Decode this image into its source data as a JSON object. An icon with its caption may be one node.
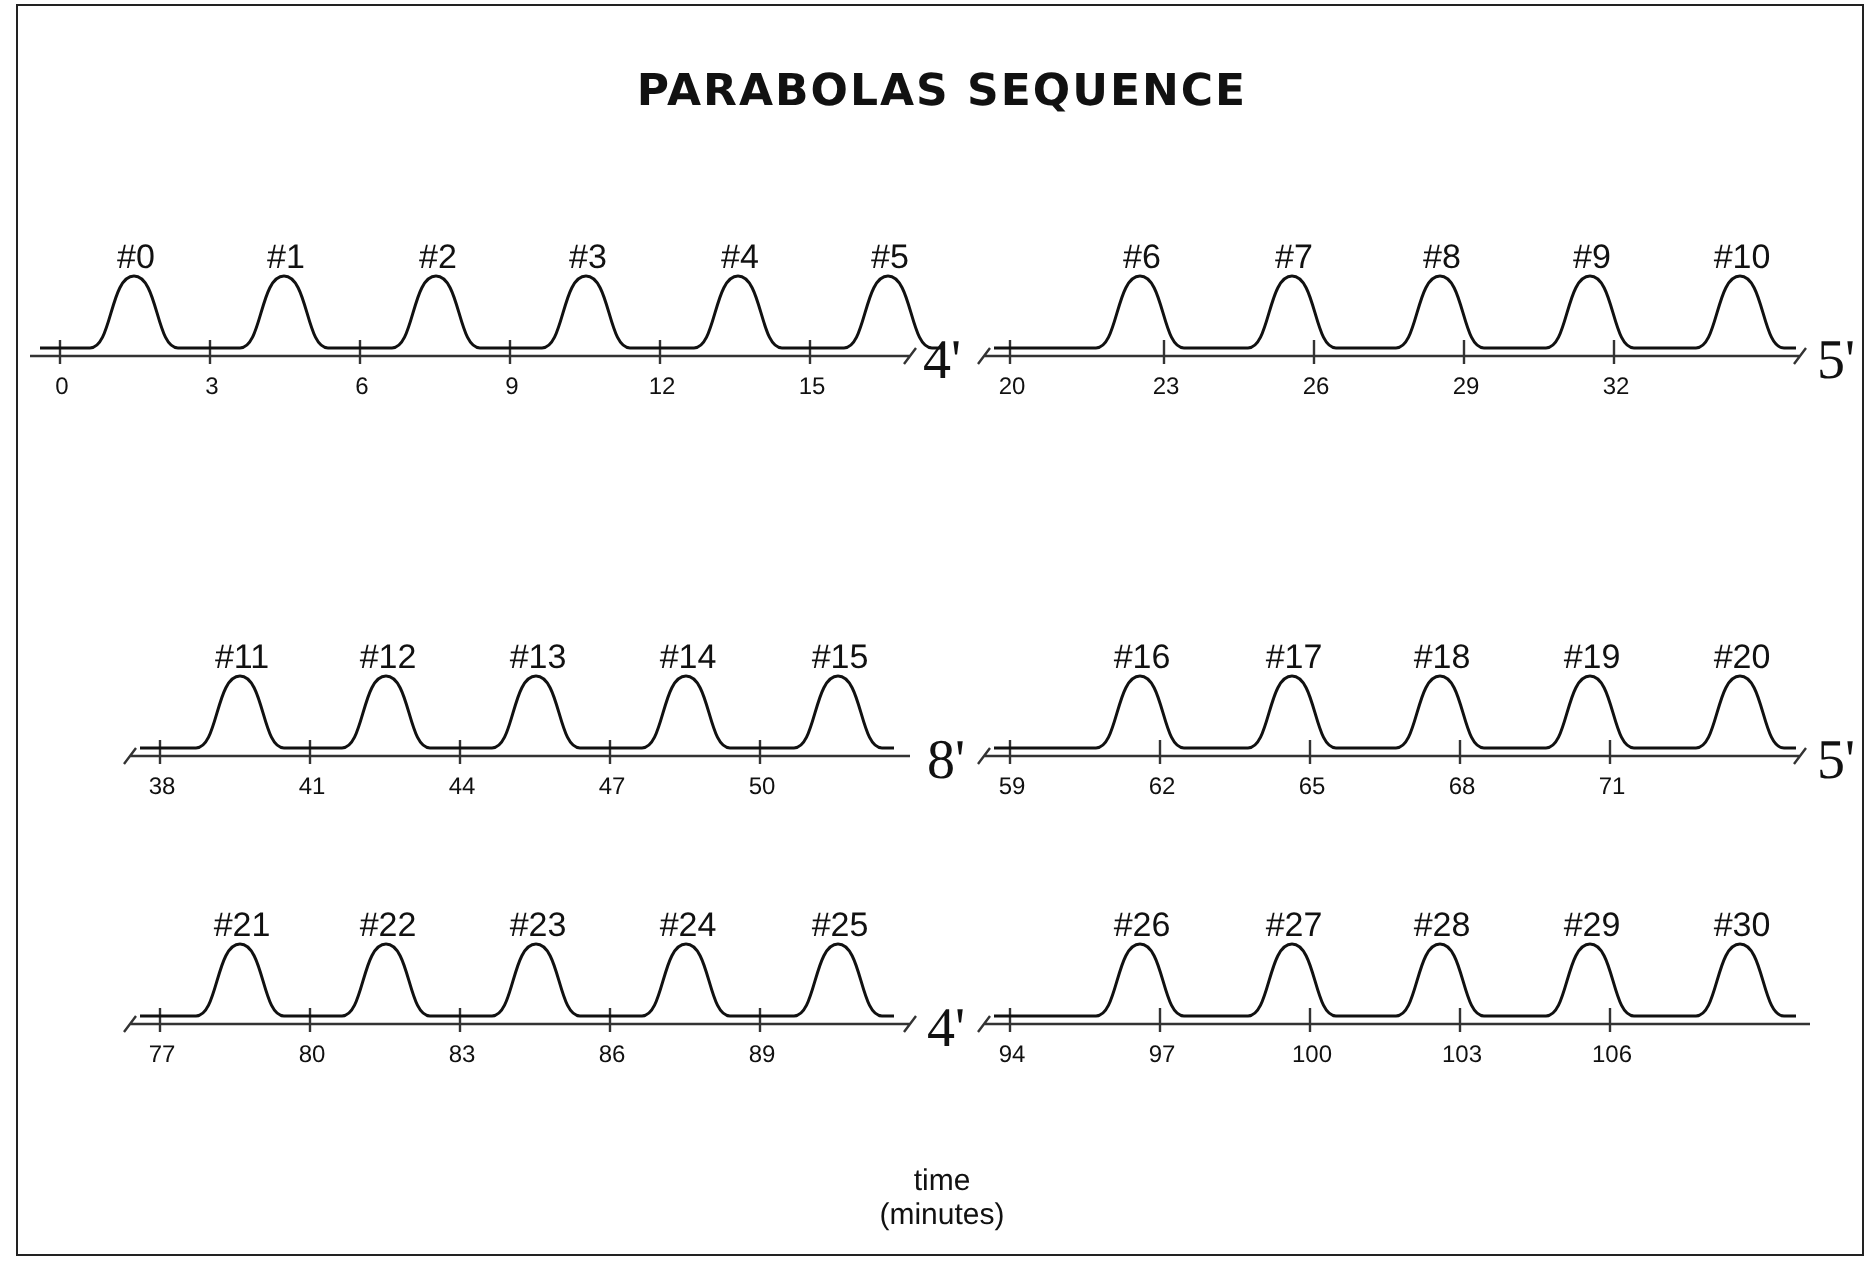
{
  "diagram": {
    "title": "PARABOLAS SEQUENCE",
    "labels": [
      "#0",
      "#1",
      "#2",
      "#3",
      "#4",
      "#5",
      "#6",
      "#7",
      "#8",
      "#9",
      "#10",
      "0",
      "3",
      "6",
      "9",
      "12",
      "15",
      "4'",
      "20",
      "23",
      "26",
      "29",
      "32",
      "5'",
      "#11",
      "#12",
      "#13",
      "#14",
      "#15",
      "#16",
      "#17",
      "#18",
      "#19",
      "#20",
      "38",
      "41",
      "44",
      "47",
      "50",
      "8'",
      "59",
      "62",
      "65",
      "68",
      "71",
      "5'",
      "#21",
      "#22",
      "#23",
      "#24",
      "#25",
      "#26",
      "#27",
      "#28",
      "#29",
      "#30",
      "77",
      "80",
      "83",
      "86",
      "89",
      "4'",
      "94",
      "97",
      "100",
      "103",
      "106",
      "time (minutes)"
    ]
  }
}
